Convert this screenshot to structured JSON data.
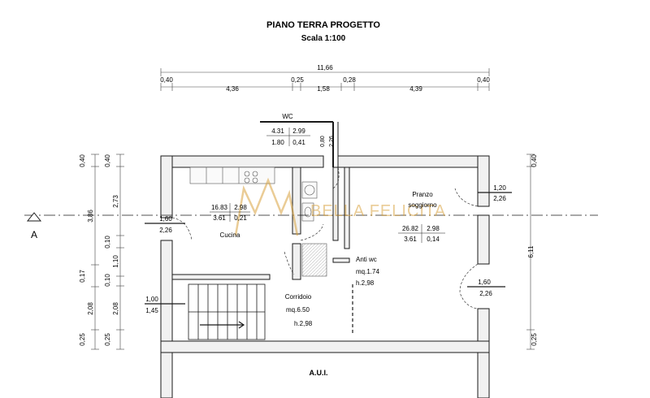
{
  "title": "PIANO TERRA PROGETTO",
  "subtitle": "Scala 1:100",
  "watermark": "BELLA FELICITA",
  "section_label": "A",
  "colors": {
    "line": "#1a1a1a",
    "wall": "#f1f1f1",
    "dim": "#444444",
    "watermark": "#d9a441"
  },
  "dims_top": {
    "overall": "11,66",
    "parts": [
      "0,40",
      "4,36",
      "0,25",
      "1,58",
      "0,28",
      "4,39",
      "0,40"
    ]
  },
  "dims_left_outer": [
    "0,40",
    "3,86",
    "0,17",
    "2,08",
    "0,25"
  ],
  "dims_left_inner": [
    "0,40",
    "2,73",
    "0,10",
    "1,10",
    "0,10",
    "2,08",
    "0,25"
  ],
  "dims_right": [
    "0,40",
    "6,11",
    "0,25"
  ],
  "rooms": {
    "wc": {
      "name": "WC",
      "area": "4.31",
      "height": "2.99",
      "r1": "1.80",
      "r2": "0,41"
    },
    "cucina": {
      "name": "Cucina",
      "area": "16.83",
      "height": "2.98",
      "r1": "3.61",
      "r2": "0,21"
    },
    "pranzo": {
      "name1": "Pranzo",
      "name2": "soggiorno",
      "area": "26.82",
      "height": "2.98",
      "r1": "3.61",
      "r2": "0,14"
    },
    "antiwc": {
      "name": "Anti wc",
      "area": "mq.1.74",
      "height": "h.2,98"
    },
    "corridoio": {
      "name": "Corridoio",
      "area": "mq.6.50",
      "height": "h.2,98"
    },
    "aui": {
      "name": "A.U.I."
    }
  },
  "openings": {
    "wc_top": "0,80",
    "wc_bottom": "2,26",
    "kitchen_top": "1,60",
    "kitchen_bottom": "2,26",
    "right_top_top": "1,20",
    "right_top_bottom": "2,26",
    "right_bottom_top": "1,60",
    "right_bottom_bottom": "2,26",
    "stair_top": "1,00",
    "stair_bottom": "1,45"
  }
}
